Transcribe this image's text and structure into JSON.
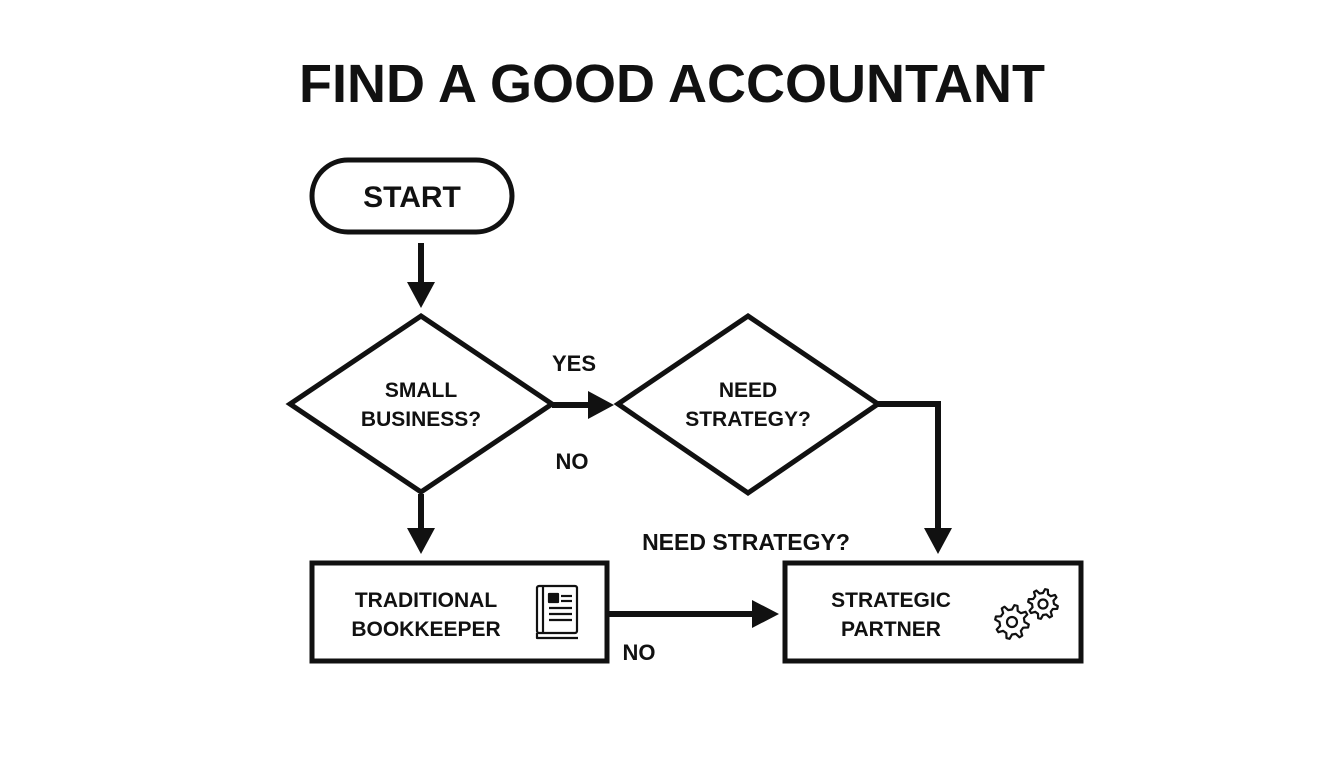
{
  "title": "FIND A GOOD ACCOUNTANT",
  "nodes": {
    "start": {
      "label": "START"
    },
    "small_business": {
      "line1": "SMALL",
      "line2": "BUSINESS?"
    },
    "need_strategy": {
      "line1": "NEED",
      "line2": "STRATEGY?"
    },
    "traditional_bookkeeper": {
      "line1": "TRADITIONAL",
      "line2": "BOOKKEEPER",
      "icon": "book-icon"
    },
    "strategic_partner": {
      "line1": "STRATEGIC",
      "line2": "PARTNER",
      "icon": "gears-icon"
    }
  },
  "edge_labels": {
    "yes": "YES",
    "no_small_business": "NO",
    "need_strategy_floating": "NEED STRATEGY?",
    "no_bottom": "NO"
  },
  "colors": {
    "ink": "#111111",
    "background": "#ffffff"
  }
}
